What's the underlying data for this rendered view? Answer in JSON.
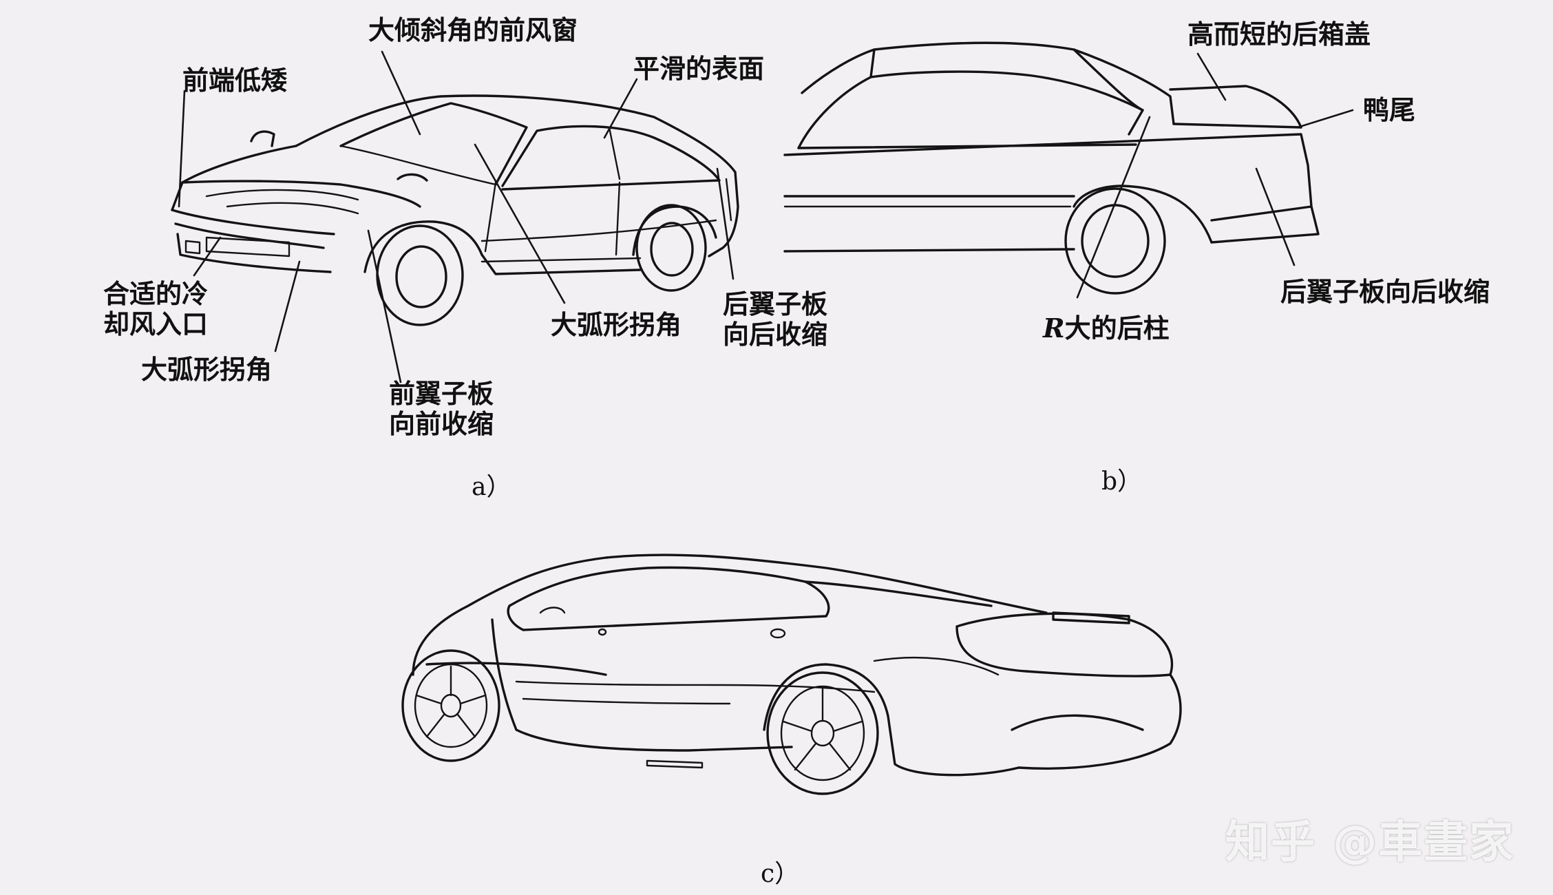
{
  "labels": {
    "low_front": "前端低矮",
    "windshield": "大倾斜角的前风窗",
    "smooth_surface": "平滑的表面",
    "cooling_inlet": "合适的冷\n却风入口",
    "arc_corner_left": "大弧形拐角",
    "front_fender": "前翼子板\n向前收缩",
    "arc_corner_mid": "大弧形拐角",
    "rear_fender_a": "后翼子板\n向后收缩",
    "trunk_lid": "高而短的后箱盖",
    "duck_tail": "鸭尾",
    "rear_fender_b": "后翼子板向后收缩",
    "c_pillar_prefix": "R",
    "c_pillar_suffix": "大的后柱"
  },
  "captions": {
    "a": "a）",
    "b": "b）",
    "c": "c）"
  },
  "watermark": "知乎 @車畫家"
}
